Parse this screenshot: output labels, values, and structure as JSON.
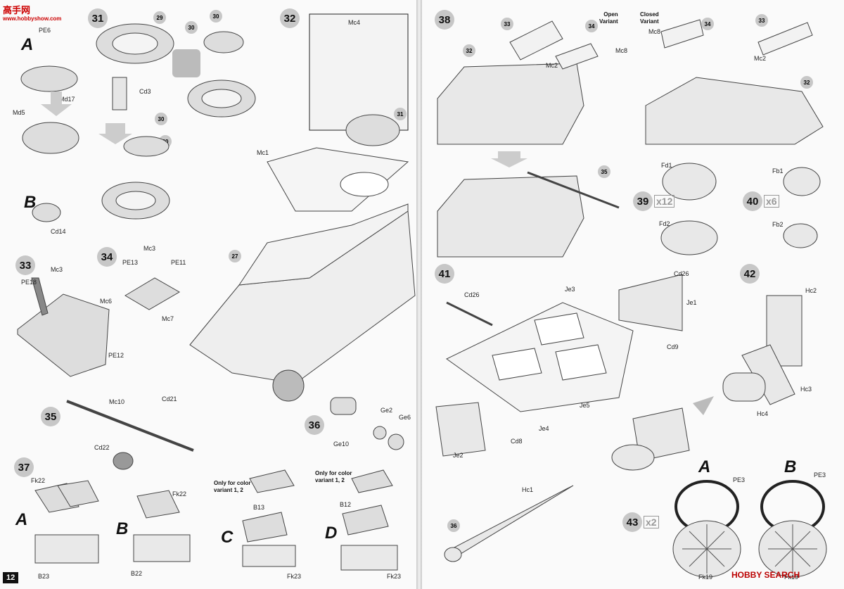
{
  "left": {
    "page_number": "12",
    "watermark_top": "www.hobbyshow.com",
    "watermark_zh": "高手网",
    "steps": {
      "s31": "31",
      "s32": "32",
      "s33": "33",
      "s34": "34",
      "s35": "35",
      "s36": "36",
      "s37": "37"
    },
    "letters": {
      "A": "A",
      "B": "B",
      "C": "C",
      "D": "D"
    },
    "subs": {
      "a30": "30",
      "b30": "30",
      "c30": "30",
      "d30": "30",
      "s29": "29",
      "s27": "27",
      "s31b": "31"
    },
    "parts": {
      "pe6": "PE6",
      "md17": "Md17",
      "md5": "Md5",
      "cd14": "Cd14",
      "cd3": "Cd3",
      "mc4": "Mc4",
      "mc1": "Mc1",
      "mc3a": "Mc3",
      "pe18": "PE18",
      "mc6": "Mc6",
      "pe12": "PE12",
      "mc3b": "Mc3",
      "pe13": "PE13",
      "pe11": "PE11",
      "mc7": "Mc7",
      "mc10": "Mc10",
      "cd21": "Cd21",
      "cd22": "Cd22",
      "ge10": "Ge10",
      "ge2": "Ge2",
      "ge6": "Ge6",
      "fk22a": "Fk22",
      "fk22b": "Fk22",
      "b23": "B23",
      "b22": "B22",
      "b13": "B13",
      "fk23a": "Fk23",
      "b12": "B12",
      "fk23b": "Fk23"
    },
    "note_c": "Only for color\nvariant 1, 2",
    "note_d": "Only for color\nvariant 1, 2"
  },
  "right": {
    "steps": {
      "s38": "38",
      "s39": "39",
      "s40": "40",
      "s41": "41",
      "s42": "42",
      "s43": "43"
    },
    "qty39": "x12",
    "qty40": "x6",
    "qty43": "x2",
    "open_variant": "Open\nVariant",
    "closed_variant": "Closed\nVariant",
    "subs": {
      "r33a": "33",
      "r34a": "34",
      "r32a": "32",
      "r33b": "33",
      "r34b": "34",
      "r32b": "32",
      "r35": "35",
      "r36": "36"
    },
    "parts": {
      "mc2a": "Mc2",
      "mc8a": "Mc8",
      "mc8b": "Mc8",
      "mc2b": "Mc2",
      "fd1": "Fd1",
      "fd2": "Fd2",
      "fb1": "Fb1",
      "fb2": "Fb2",
      "cd26a": "Cd26",
      "cd26b": "Cd26",
      "je3": "Je3",
      "je1": "Je1",
      "cd9": "Cd9",
      "je5": "Je5",
      "je4": "Je4",
      "cd8": "Cd8",
      "je2": "Je2",
      "hc2": "Hc2",
      "hc3": "Hc3",
      "hc4": "Hc4",
      "hc1": "Hc1",
      "pe3a": "PE3",
      "pe3b": "PE3",
      "fk19a": "Fk19",
      "fk19b": "Fk19"
    },
    "letters": {
      "A": "A",
      "B": "B"
    },
    "watermark": "HOBBY SEARCH"
  }
}
